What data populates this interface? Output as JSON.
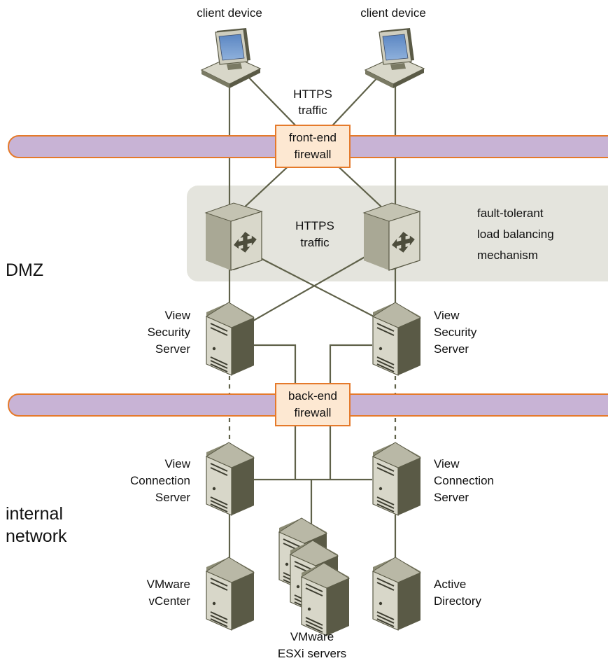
{
  "clients": [
    {
      "label": "client device"
    },
    {
      "label": "client device"
    }
  ],
  "traffic_labels": {
    "top": [
      "HTTPS",
      "traffic"
    ],
    "middle": [
      "HTTPS",
      "traffic"
    ]
  },
  "firewalls": {
    "front": [
      "front-end",
      "firewall"
    ],
    "back": [
      "back-end",
      "firewall"
    ]
  },
  "load_balancer_note": [
    "fault-tolerant",
    "load balancing",
    "mechanism"
  ],
  "zones": {
    "dmz": "DMZ",
    "internal": [
      "internal",
      "network"
    ]
  },
  "servers": {
    "security_left": [
      "View",
      "Security",
      "Server"
    ],
    "security_right": [
      "View",
      "Security",
      "Server"
    ],
    "connection_left": [
      "View",
      "Connection",
      "Server"
    ],
    "connection_right": [
      "View",
      "Connection",
      "Server"
    ],
    "vcenter": [
      "VMware",
      "vCenter"
    ],
    "active_directory": [
      "Active",
      "Directory"
    ],
    "esxi": [
      "VMware",
      "ESXi servers"
    ]
  },
  "colors": {
    "firewall_band": "#c8b3d5",
    "firewall_box": "#fde8d2",
    "firewall_border": "#e57a2b",
    "dmz_zone": "#e4e4dd",
    "server_front": "#d7d6c8",
    "server_side": "#5f5f4c",
    "monitor_screen": "#6f96c9"
  }
}
